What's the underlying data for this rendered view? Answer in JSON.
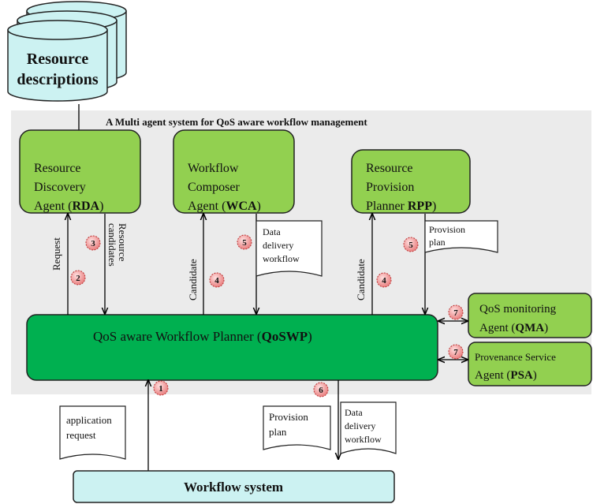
{
  "diagram_title": "A Multi agent system for QoS aware workflow management",
  "resource_descriptions": {
    "line1": "Resource",
    "line2": "descriptions"
  },
  "agents": {
    "rda": {
      "line1": "Resource",
      "line2": "Discovery",
      "line3_prefix": "Agent (",
      "abbr": "RDA",
      "line3_suffix": ")"
    },
    "wca": {
      "line1": "Workflow",
      "line2": "Composer",
      "line3_prefix": "Agent  (",
      "abbr": "WCA",
      "line3_suffix": ")"
    },
    "rpp": {
      "line1": "Resource",
      "line2": "Provision",
      "line3_prefix": "Planner ",
      "abbr": "RPP",
      "line3_suffix": ")"
    },
    "qma": {
      "line1": "QoS monitoring",
      "line2_prefix": "Agent (",
      "abbr": "QMA",
      "line2_suffix": ")"
    },
    "psa": {
      "line1": "Provenance Service",
      "line2_prefix": "Agent (",
      "abbr": "PSA",
      "line2_suffix": ")"
    }
  },
  "planner": {
    "prefix": "QoS aware Workflow Planner (",
    "abbr": "QoSWP",
    "suffix": ")"
  },
  "workflow_system": "Workflow system",
  "arrow_labels": {
    "request": "Request",
    "resource_candidates_1": "Resource",
    "resource_candidates_2": "candidates",
    "candidate_wca": "Candidate",
    "candidate_rpp": "Candidate"
  },
  "documents": {
    "data_delivery_wca": [
      "Data",
      "delivery",
      "workflow"
    ],
    "provision_plan_rpp": [
      "Provision",
      "plan"
    ],
    "application_request": [
      "application",
      "request"
    ],
    "provision_plan_bottom": [
      "Provision",
      "plan"
    ],
    "data_delivery_bottom": [
      "Data",
      "delivery",
      "workflow"
    ]
  },
  "step_badges": [
    "1",
    "2",
    "3",
    "4",
    "4",
    "5",
    "5",
    "6",
    "7",
    "7"
  ],
  "colors": {
    "agent_green": "#92d050",
    "planner_green": "#00b050",
    "light_cyan": "#ccf2f2",
    "panel_grey": "#ebebeb",
    "badge_red": "#f4a0a0"
  }
}
